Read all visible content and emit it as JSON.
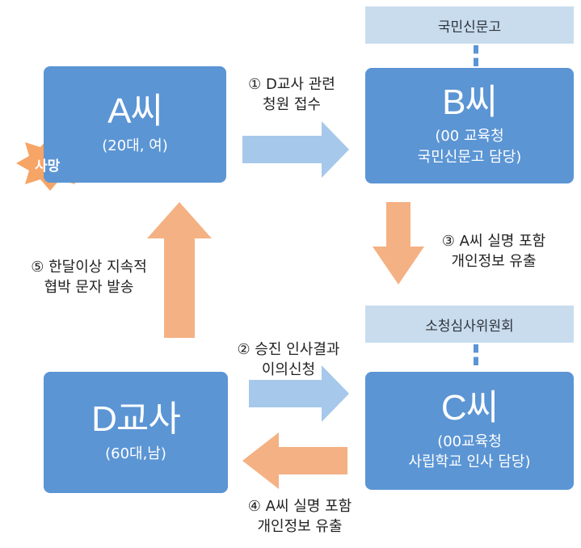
{
  "orgs": {
    "b_org": "국민신문고",
    "c_org": "소청심사위원회"
  },
  "persons": {
    "a": {
      "name": "A씨",
      "desc": "(20대, 여)",
      "badge": "사망"
    },
    "b": {
      "name": "B씨",
      "desc_line1": "(00 교육청",
      "desc_line2": "국민신문고 담당)"
    },
    "c": {
      "name": "C씨",
      "desc_line1": "(00교육청",
      "desc_line2": "사립학교 인사 담당)"
    },
    "d": {
      "name": "D교사",
      "desc": "(60대,남)"
    }
  },
  "steps": {
    "s1": {
      "line1": "① D교사 관련",
      "line2": "청원 접수"
    },
    "s2": {
      "line1": "② 승진 인사결과",
      "line2": "이의신청"
    },
    "s3": {
      "line1": "③ A씨 실명 포함",
      "line2": "개인정보 유출"
    },
    "s4": {
      "line1": "④ A씨 실명 포함",
      "line2": "개인정보 유출"
    },
    "s5": {
      "line1": "⑤ 한달이상 지속적",
      "line2": "협박 문자 발송"
    }
  },
  "colors": {
    "box": "#5b95d4",
    "org_bar": "#c8dcee",
    "blue_arrow": "#a6c8ea",
    "orange_arrow": "#f4b183",
    "burst": "#f7a467"
  }
}
